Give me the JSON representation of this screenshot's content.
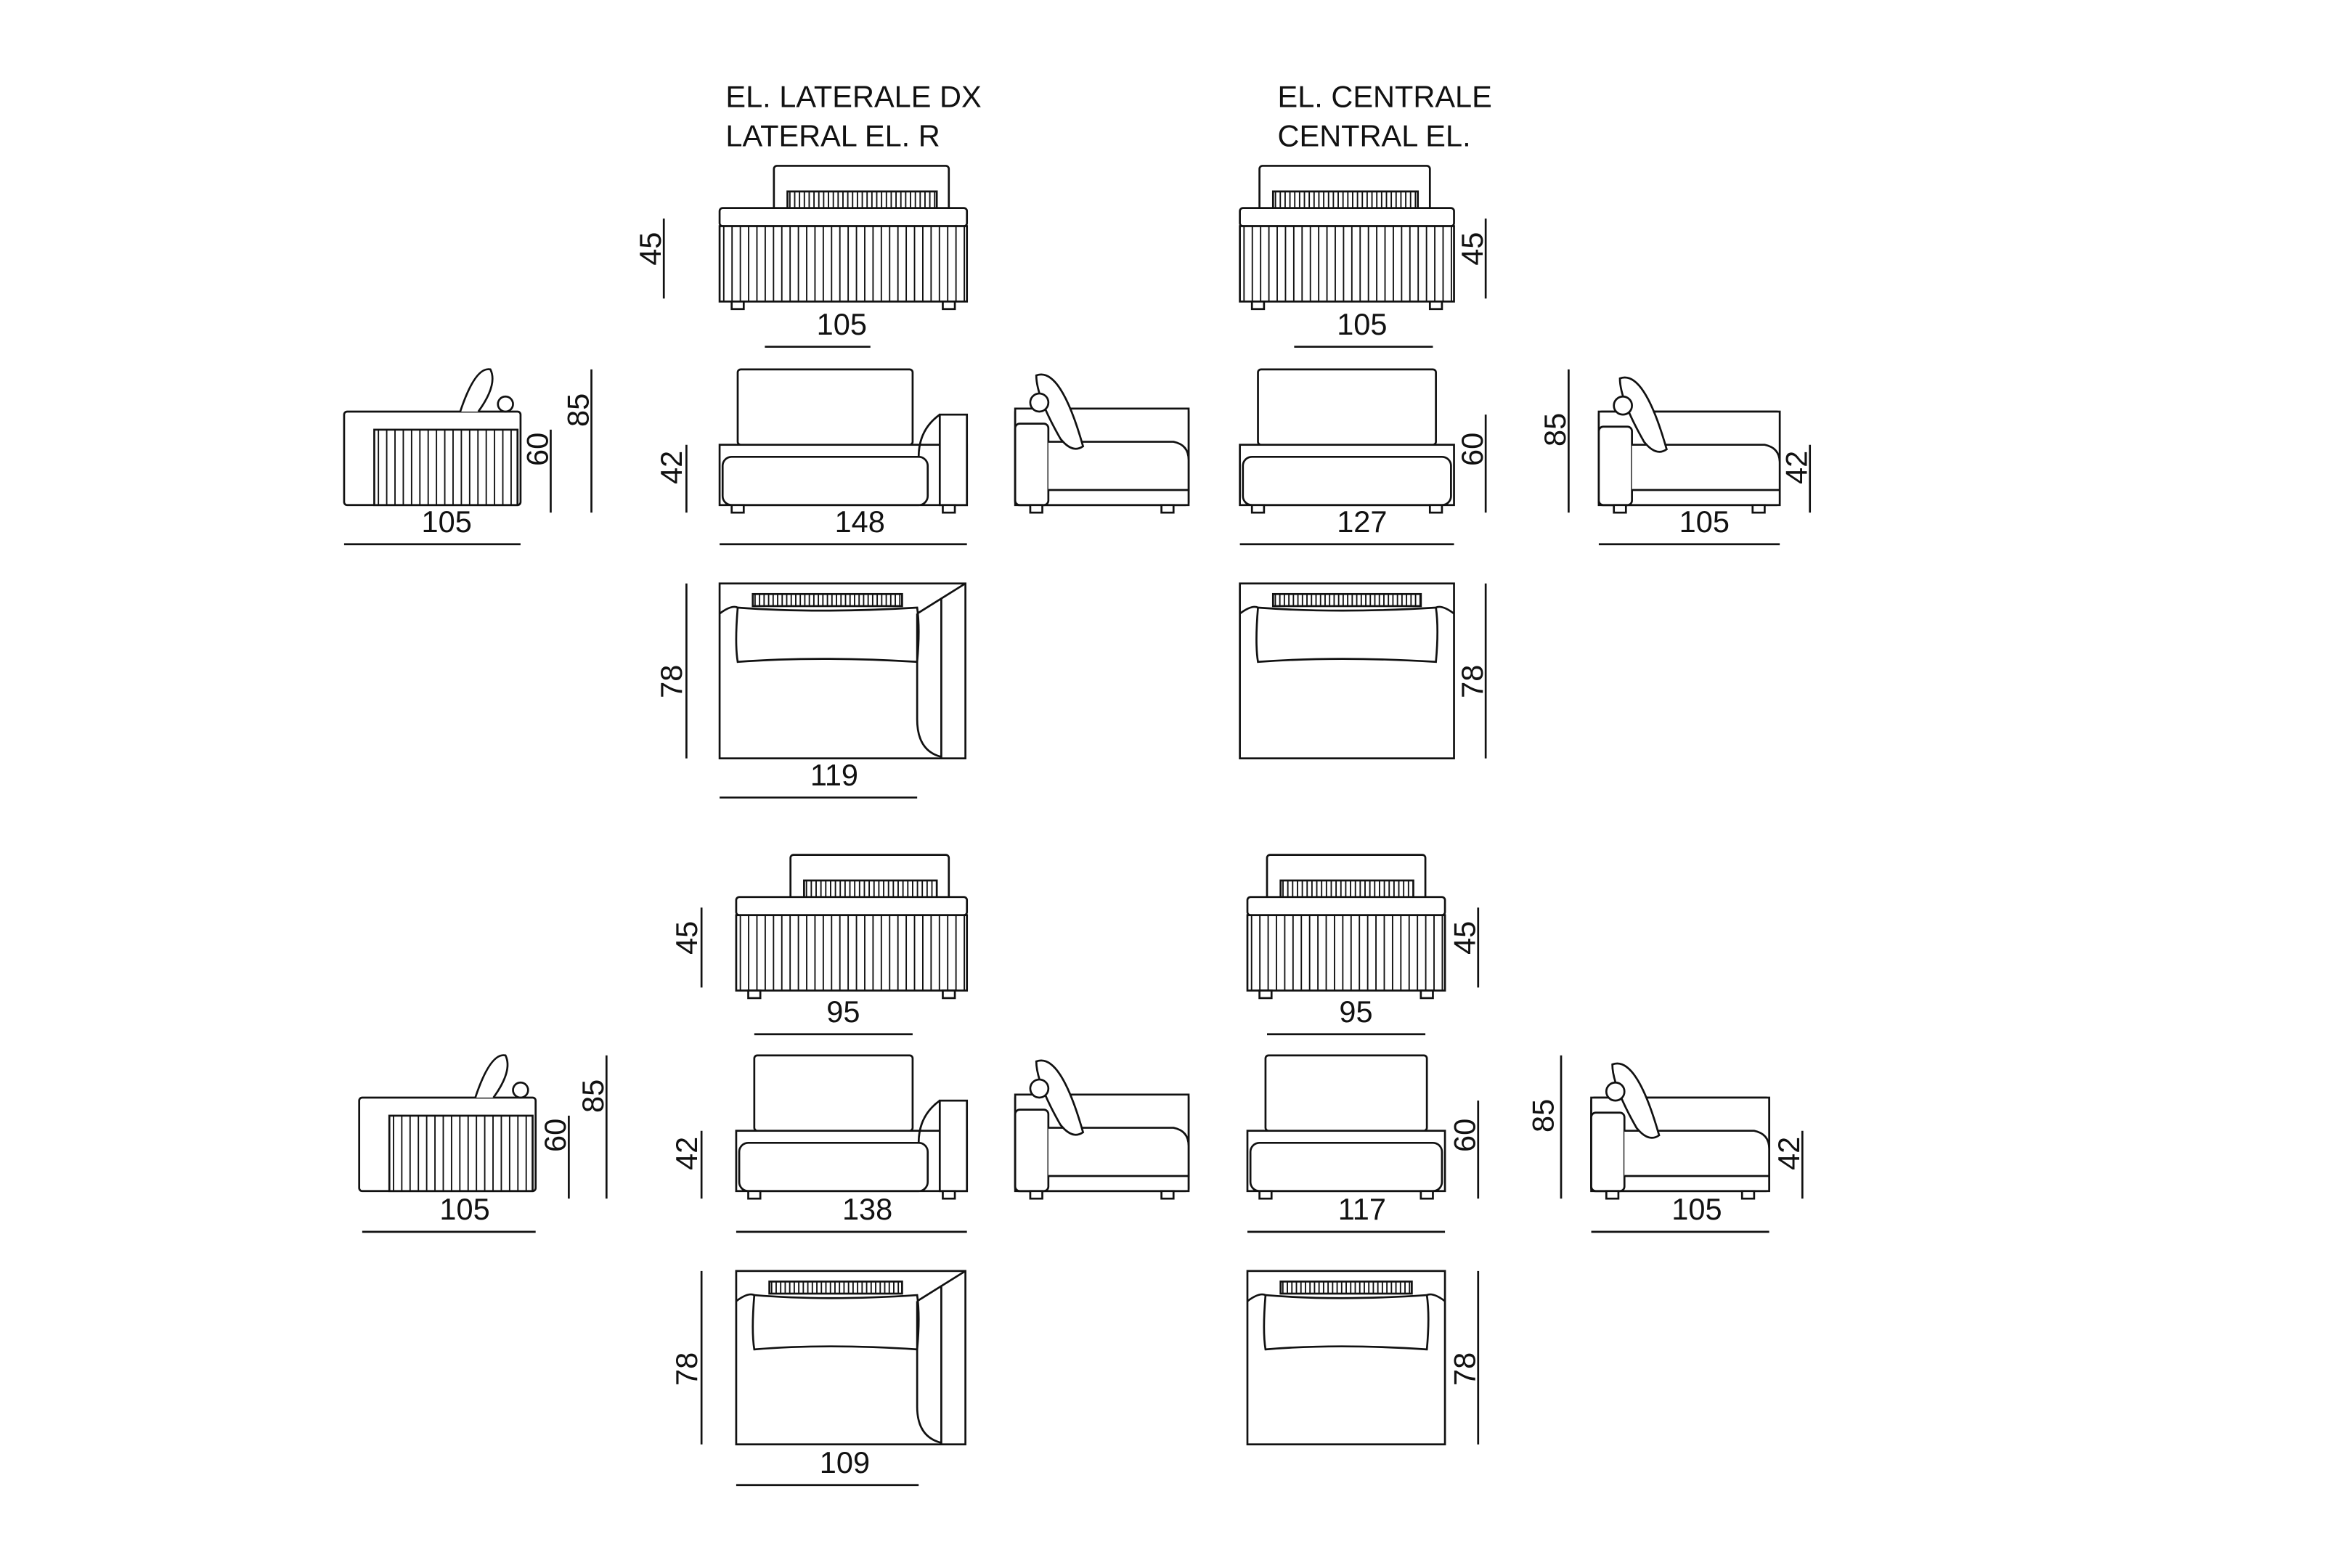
{
  "titles": {
    "lateral": {
      "line1": "EL. LATERALE DX",
      "line2": "LATERAL EL. R"
    },
    "central": {
      "line1": "EL. CENTRALE",
      "line2": "CENTRAL EL."
    }
  },
  "upper_set": {
    "lateral_back_height": "45",
    "lateral_back_width": "105",
    "central_back_height": "45",
    "central_back_width": "105",
    "left_side_seat_height": "60",
    "left_side_total_height": "85",
    "left_side_depth": "105",
    "lateral_front_seat": "42",
    "lateral_front_width": "148",
    "central_front_seat": "60",
    "central_front_width": "127",
    "right_side_total_height": "85",
    "right_side_seat": "42",
    "right_side_depth": "105",
    "lateral_top_depth": "78",
    "lateral_top_width": "119",
    "central_top_depth": "78"
  },
  "lower_set": {
    "lateral_back_height": "45",
    "lateral_back_width": "95",
    "central_back_height": "45",
    "central_back_width": "95",
    "left_side_seat_height": "60",
    "left_side_total_height": "85",
    "left_side_depth": "105",
    "lateral_front_seat": "42",
    "lateral_front_width": "138",
    "central_front_seat": "60",
    "central_front_width": "117",
    "right_side_total_height": "85",
    "right_side_seat": "42",
    "right_side_depth": "105",
    "lateral_top_depth": "78",
    "lateral_top_width": "109",
    "central_top_depth": "78"
  }
}
